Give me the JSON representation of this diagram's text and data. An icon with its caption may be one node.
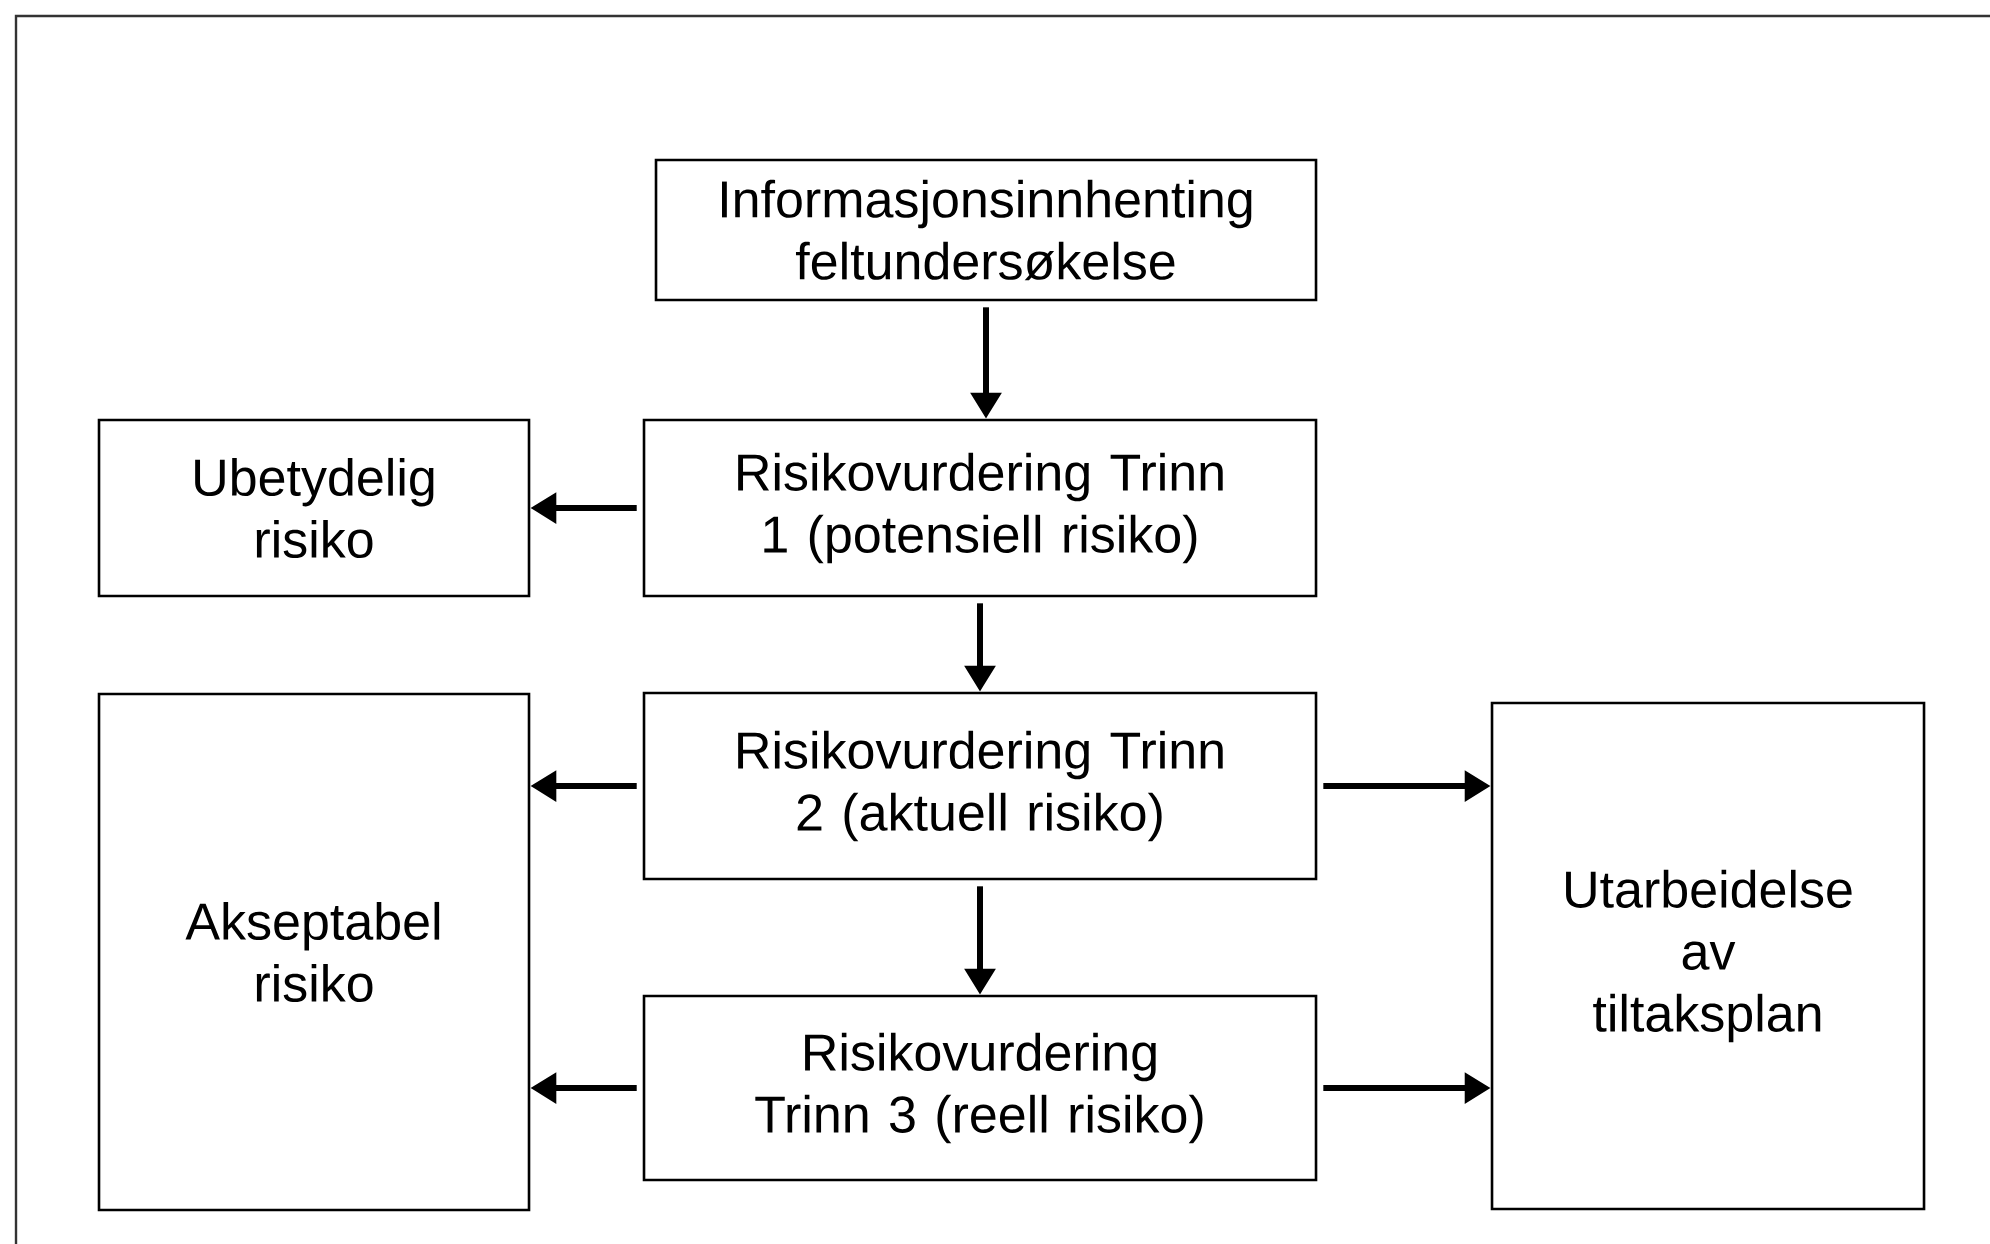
{
  "diagram": {
    "nodes": [
      {
        "text": [
          "Informasjonsinnhenting feltundersøkelse"
        ]
      },
      {
        "text": [
          "Ubetydelig risiko"
        ]
      },
      {
        "text": [
          "Risikovurdering Trinn 1 (potensiell risiko)"
        ]
      },
      {
        "text": [
          "Akseptabel risiko"
        ]
      },
      {
        "text": [
          "Risikovurdering Trinn 2 (aktuell risiko)"
        ]
      },
      {
        "text": [
          "Utarbeidelse av tiltaksplan"
        ]
      },
      {
        "text": [
          "Risikovurdering Trinn 3 (reell risiko)"
        ]
      }
    ],
    "edges": [
      {
        "from": 0,
        "to": 2,
        "arrow": "to"
      },
      {
        "from": 2,
        "to": 1,
        "arrow": "to"
      },
      {
        "from": 2,
        "to": 4,
        "arrow": "to"
      },
      {
        "from": 4,
        "to": 3,
        "arrow": "to"
      },
      {
        "from": 4,
        "to": 5,
        "arrow": "to"
      },
      {
        "from": 4,
        "to": 6,
        "arrow": "to"
      },
      {
        "from": 6,
        "to": 3,
        "arrow": "to"
      },
      {
        "from": 6,
        "to": 5,
        "arrow": "to"
      }
    ]
  }
}
